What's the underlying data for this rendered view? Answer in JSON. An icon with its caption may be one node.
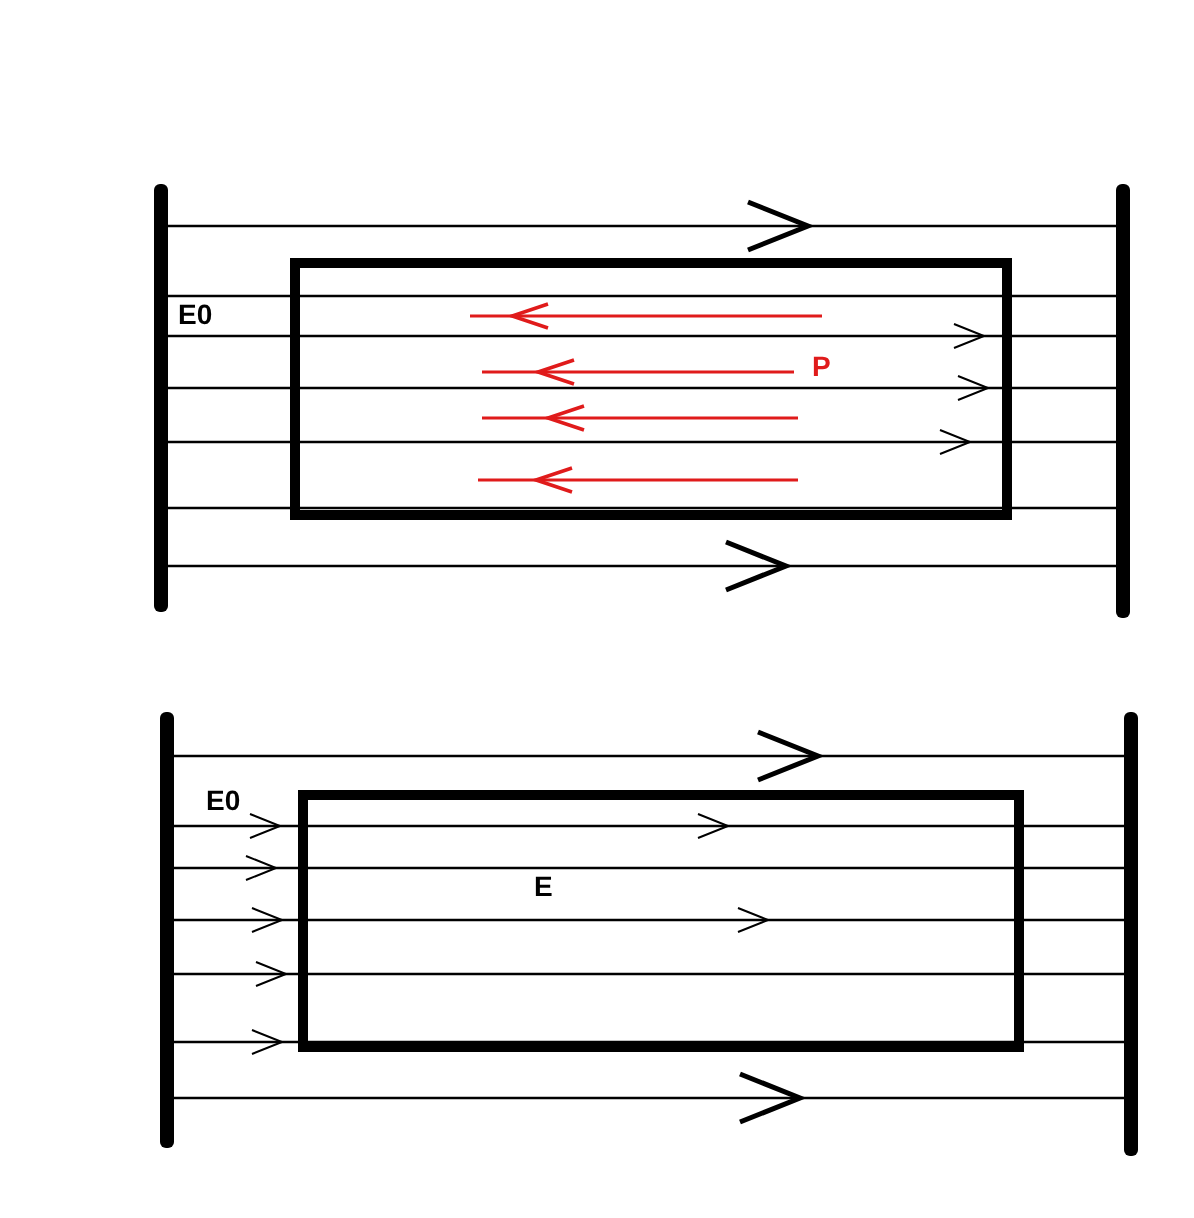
{
  "diagram": {
    "labels": [
      "E0",
      "P",
      "E0",
      "E"
    ]
  }
}
